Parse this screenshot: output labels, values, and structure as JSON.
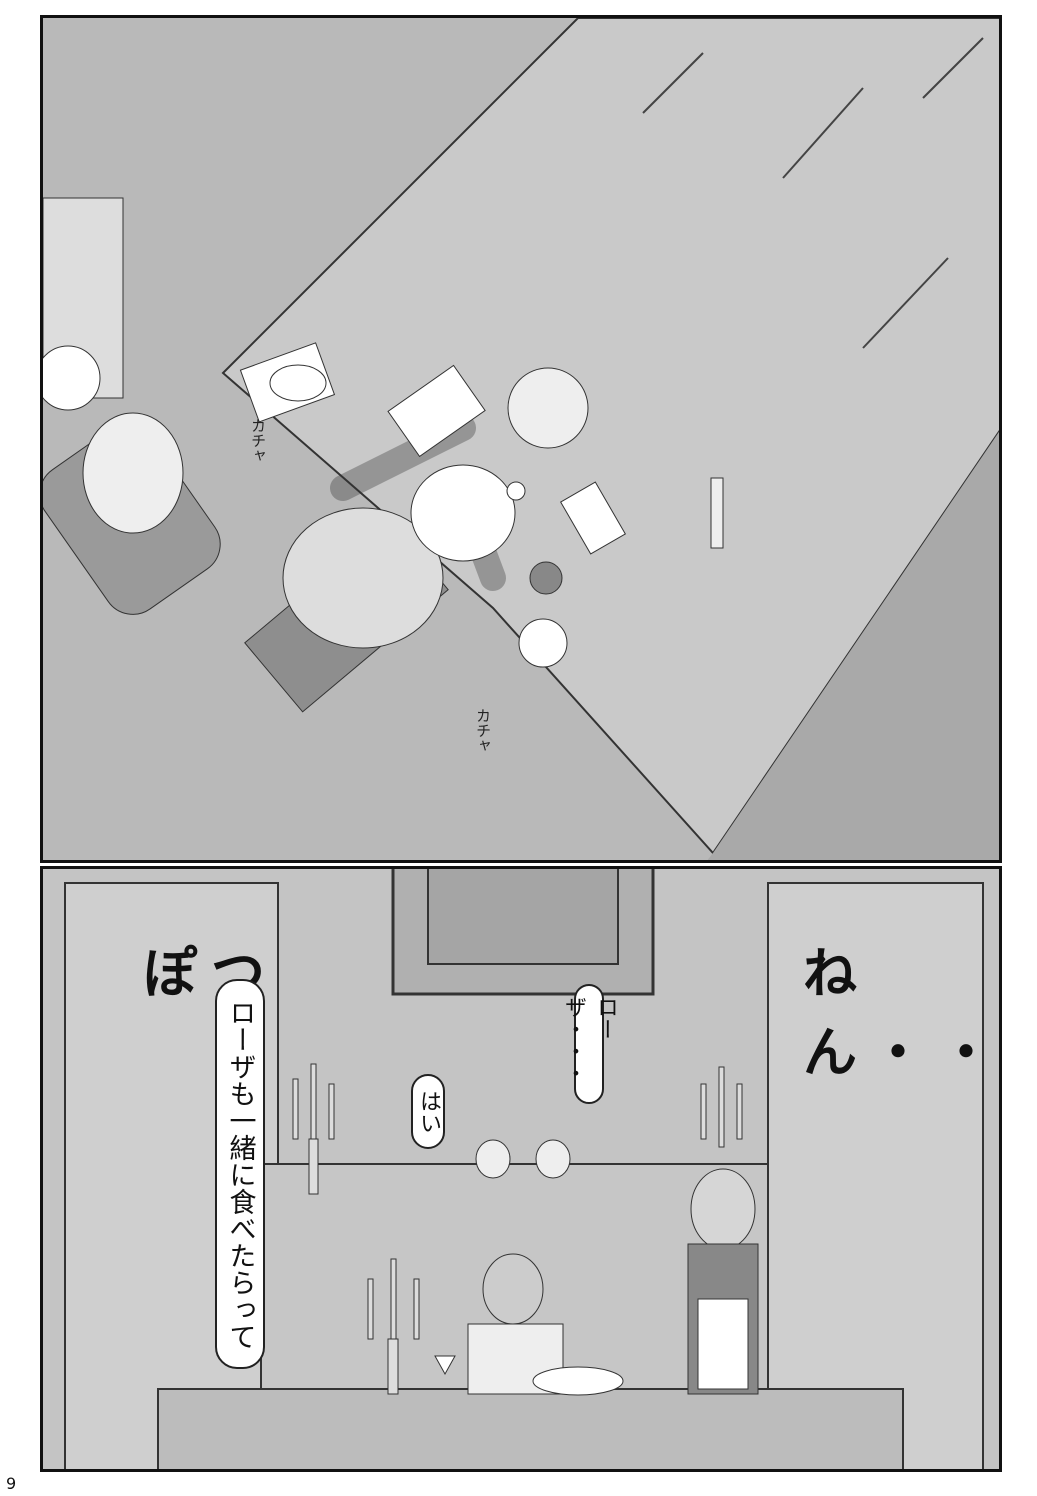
{
  "panel_top": {
    "sfx_1": "カチャ",
    "sfx_2": "カチャ"
  },
  "panel_bottom": {
    "sfx_left": "ぽつ",
    "sfx_right": "ねん・・・",
    "bubble_long": "ローザも一緒に食べたらって",
    "bubble_hai": "はい",
    "bubble_roza": "ローザ・・・"
  },
  "page_number": "9"
}
